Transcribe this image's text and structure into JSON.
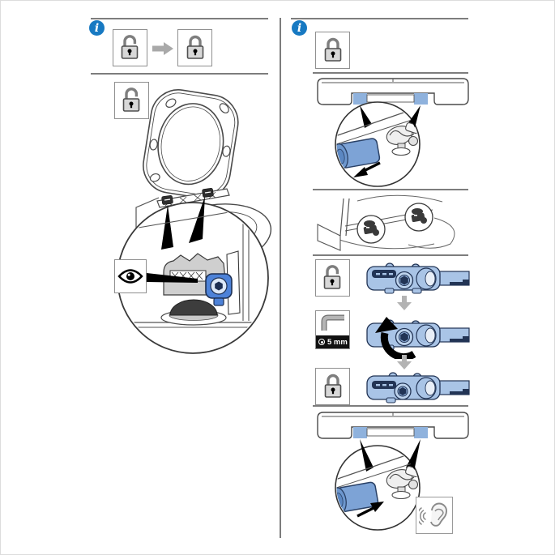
{
  "colors": {
    "info_blue": "#1779c2",
    "line_gray": "#7d7d7d",
    "box_border_gray": "#8f8f8f",
    "lock_fill": "#d8d8d8",
    "mechanism_blue": "#a9c4e6",
    "mechanism_outline": "#223455",
    "highlight_blue": "#8fb2dd",
    "damper_blue": "#7da3d6",
    "bolt_blue": "#4d82d8",
    "arrow_gray": "#aeaeae"
  },
  "left_panel": {
    "info_glyph": "i",
    "lock_transition": {
      "from": "padlock-open-icon",
      "via": "arrow-right-icon",
      "to": "padlock-closed-icon"
    },
    "seat_install": {
      "state": "padlock-open-icon",
      "detail": "eye-icon"
    }
  },
  "right_panel": {
    "info_glyph": "i",
    "header_state": "padlock-closed-icon",
    "adjust_steps": [
      {
        "state": "padlock-open-icon"
      },
      {
        "tool": {
          "icon": "allen-key-icon",
          "socket": "hex-socket-icon",
          "label": "5 mm"
        }
      },
      {
        "state": "padlock-closed-icon"
      }
    ],
    "damper_insert": {
      "listen": "ear-icon"
    }
  }
}
